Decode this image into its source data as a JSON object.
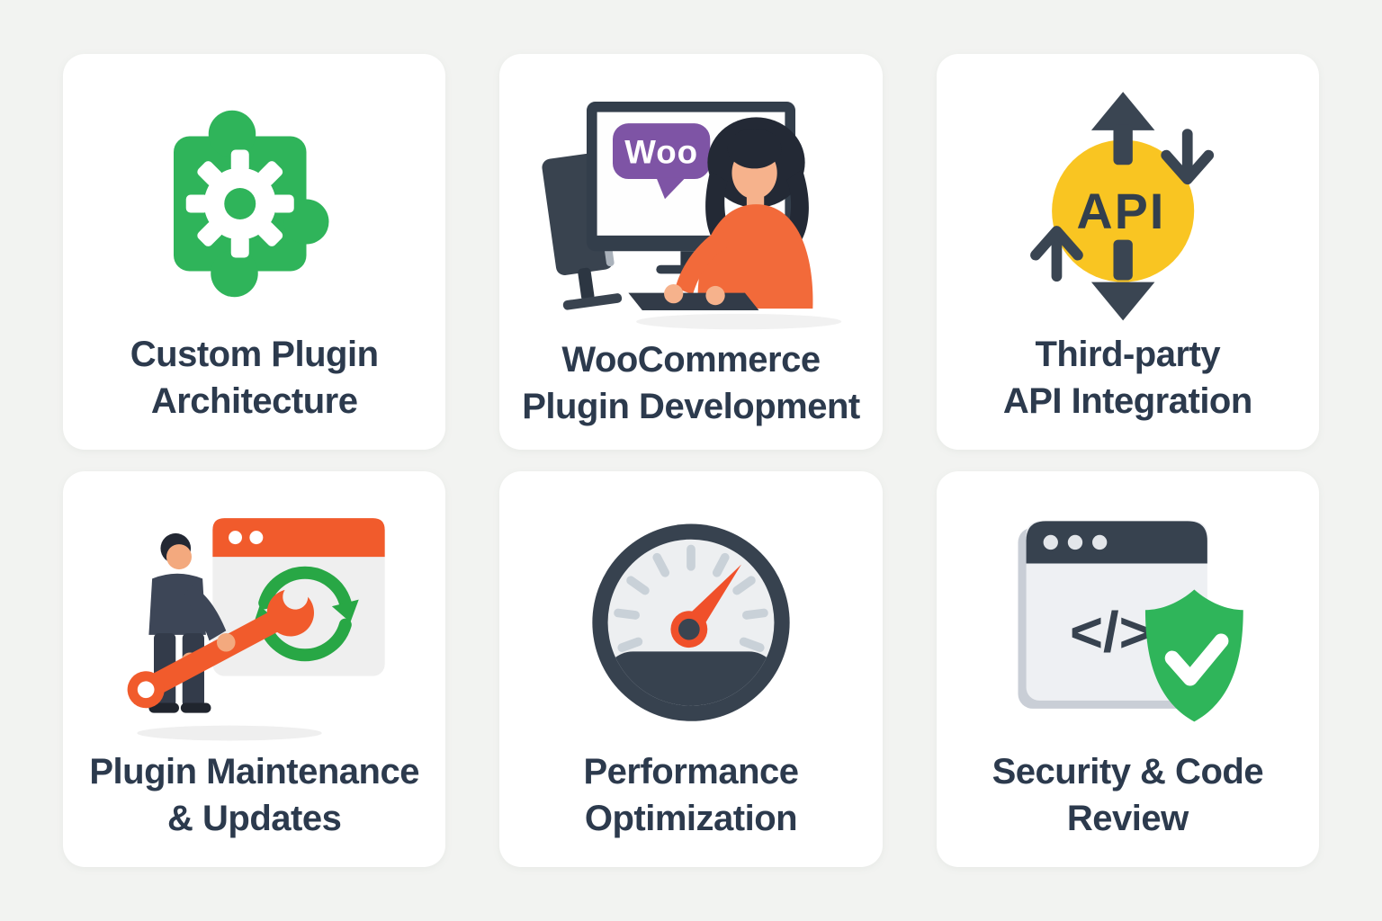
{
  "page": {
    "background_color": "#f2f3f1",
    "card_color": "#ffffff",
    "text_color": "#2c3a4d"
  },
  "cards": [
    {
      "id": "custom-plugin-architecture",
      "label_line1": "Custom Plugin",
      "label_line2": "Architecture",
      "icon": "puzzle-gear-icon",
      "icon_colors": {
        "green": "#2fb45a",
        "white": "#ffffff"
      }
    },
    {
      "id": "woocommerce-plugin-development",
      "label_line1": "WooCommerce",
      "label_line2": "Plugin Development",
      "icon": "woocommerce-developer-illustration",
      "bubble_text": "Woo",
      "icon_colors": {
        "purple": "#7e54a5",
        "orange": "#f26a3a",
        "dark": "#333e4b",
        "skin": "#f6b28c",
        "hair": "#232935"
      }
    },
    {
      "id": "third-party-api-integration",
      "label_line1": "Third-party",
      "label_line2": "API Integration",
      "icon": "api-arrows-icon",
      "badge_text": "API",
      "icon_colors": {
        "yellow": "#f9c522",
        "dark": "#3a4552"
      }
    },
    {
      "id": "plugin-maintenance-updates",
      "label_line1": "Plugin Maintenance",
      "label_line2": "& Updates",
      "icon": "wrench-refresh-illustration",
      "icon_colors": {
        "orange": "#f15b2c",
        "green": "#28a745",
        "dark": "#3d4657",
        "skin": "#f3a97e"
      }
    },
    {
      "id": "performance-optimization",
      "label_line1": "Performance",
      "label_line2": "Optimization",
      "icon": "speedometer-icon",
      "icon_colors": {
        "dark": "#37424f",
        "face": "#edeff1",
        "ticks": "#c9d1d8",
        "needle": "#f0502a"
      }
    },
    {
      "id": "security-code-review",
      "label_line1": "Security & Code",
      "label_line2": "Review",
      "icon": "code-shield-icon",
      "code_glyph": "</>",
      "icon_colors": {
        "green": "#2fb55a",
        "dark": "#37424f",
        "window": "#eef0f3"
      }
    }
  ]
}
